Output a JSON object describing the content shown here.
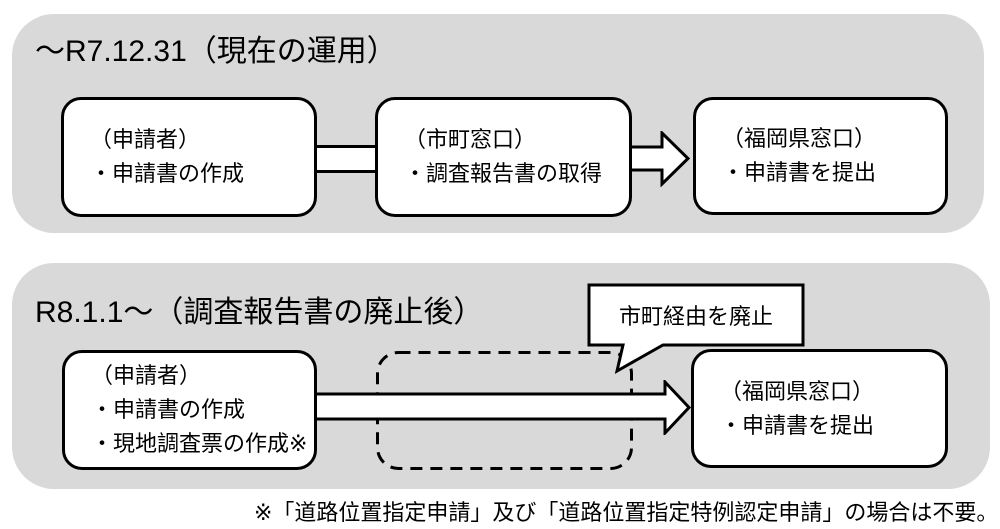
{
  "colors": {
    "panel_bg": "#d9d9d9",
    "box_bg": "#ffffff",
    "line": "#000000"
  },
  "sections": {
    "current": {
      "title": "～R7.12.31（現在の運用）",
      "applicant": {
        "lines": [
          "（申請者）",
          "・申請書の作成"
        ]
      },
      "municipal": {
        "lines": [
          "（市町窓口）",
          "・調査報告書の取得"
        ]
      },
      "prefecture": {
        "lines": [
          "（福岡県窓口）",
          "・申請書を提出"
        ]
      }
    },
    "revised": {
      "title": "R8.1.1～（調査報告書の廃止後）",
      "callout": "市町経由を廃止",
      "applicant": {
        "lines": [
          "（申請者）",
          "・申請書の作成",
          "・現地調査票の作成※"
        ]
      },
      "prefecture": {
        "lines": [
          "（福岡県窓口）",
          "・申請書を提出"
        ]
      }
    }
  },
  "footnote": "※「道路位置指定申請」及び「道路位置指定特例認定申請」の場合は不要。"
}
